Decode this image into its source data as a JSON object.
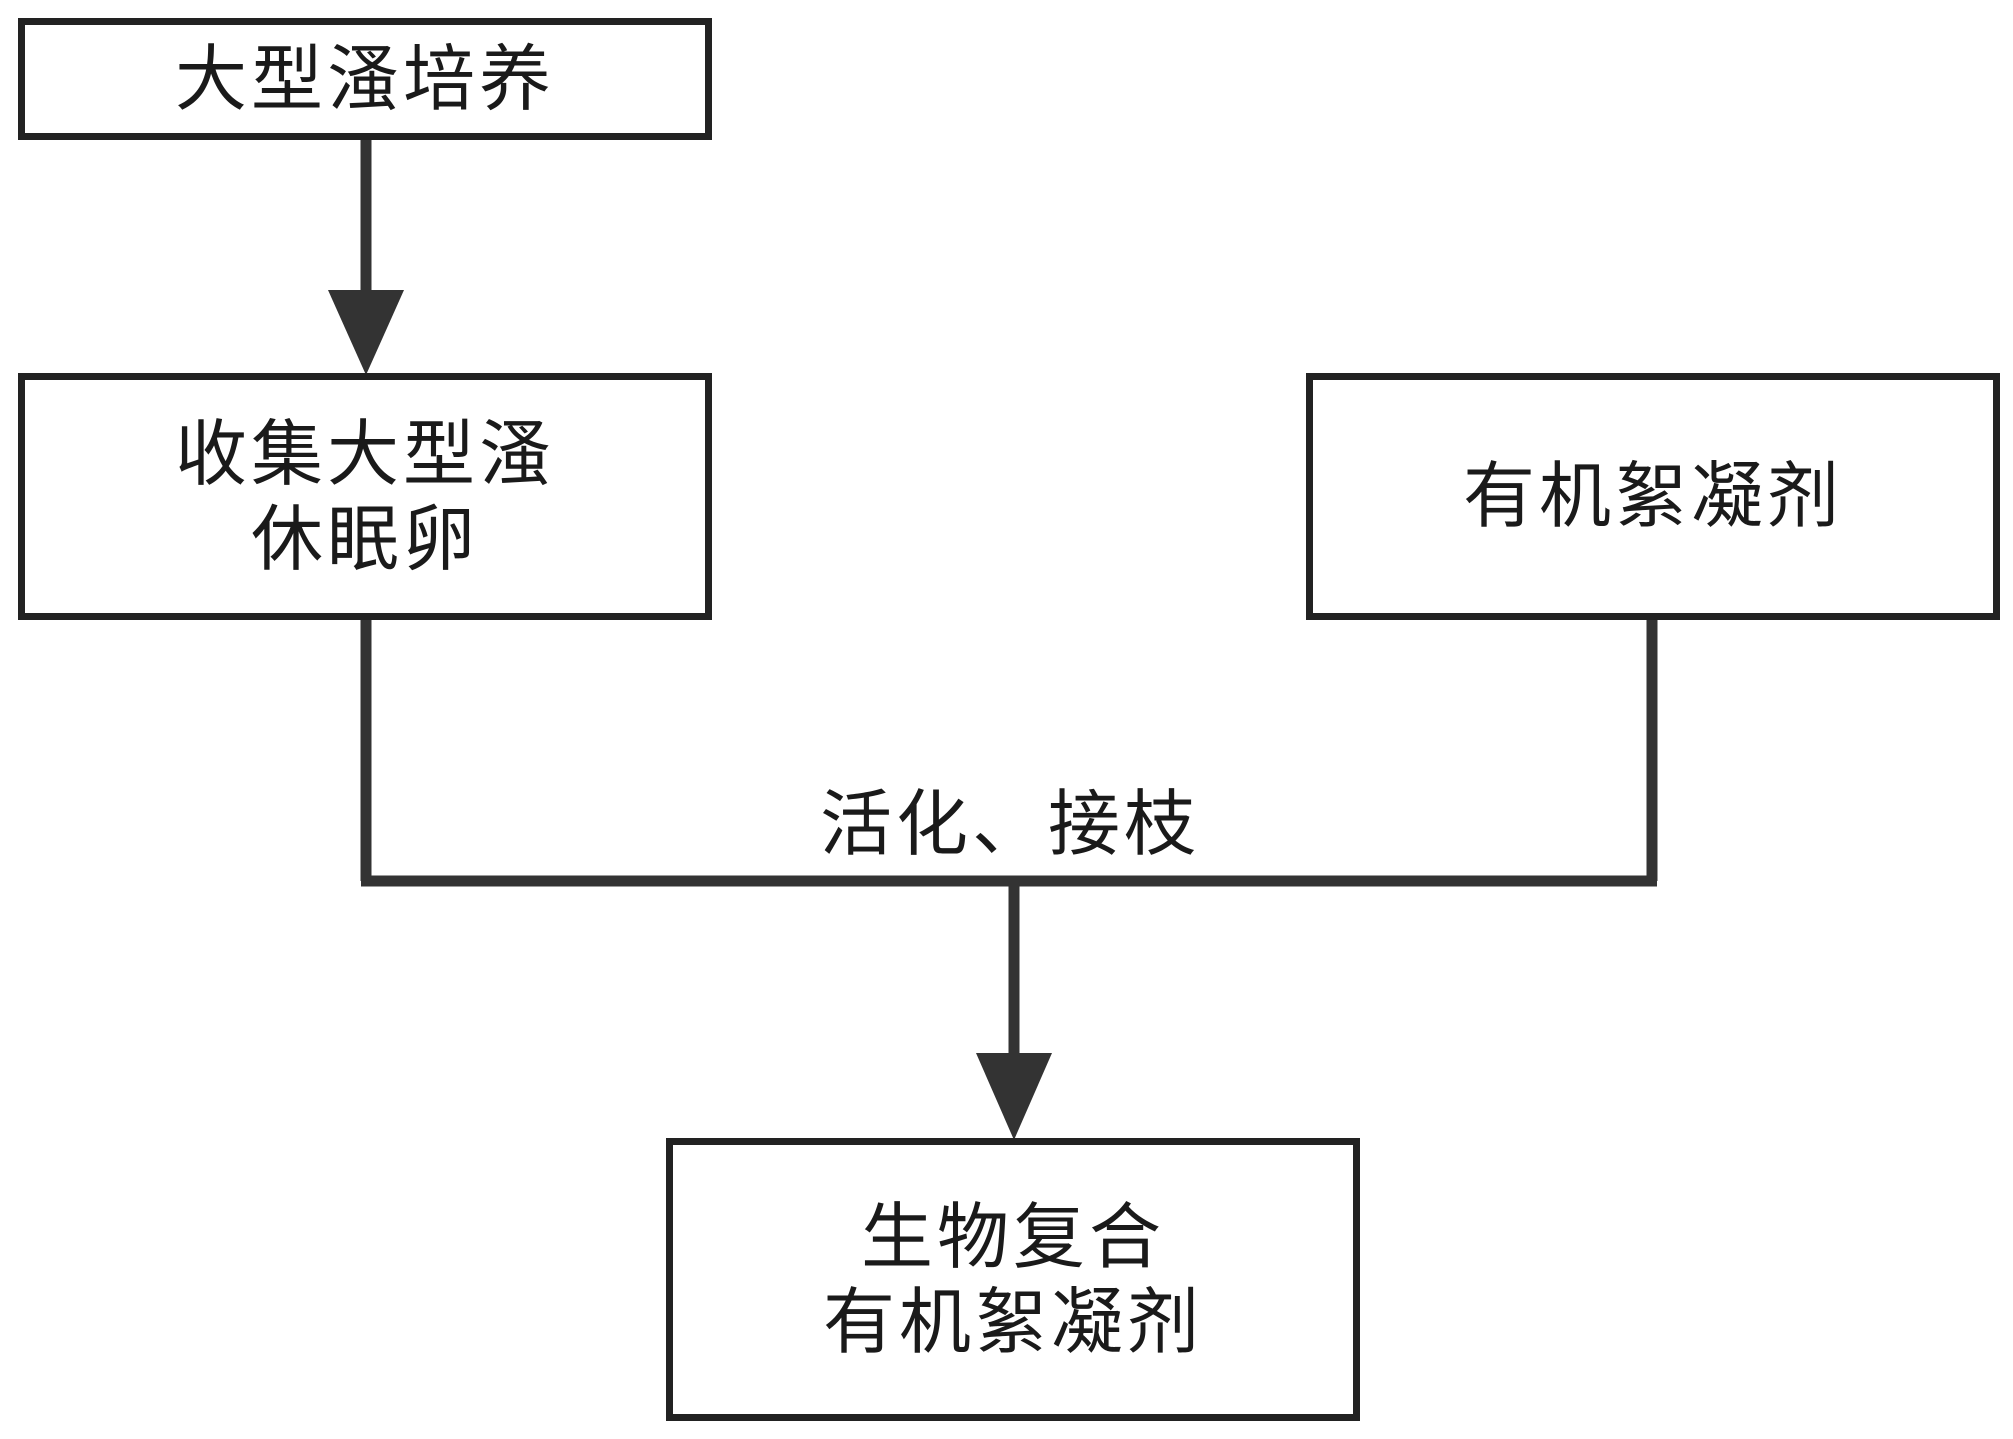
{
  "nodes": {
    "culture": {
      "lines": [
        "大型溞培养"
      ]
    },
    "collect": {
      "lines": [
        "收集大型溞",
        "休眠卵"
      ]
    },
    "flocculant": {
      "lines": [
        "有机絮凝剂"
      ]
    },
    "product": {
      "lines": [
        "生物复合",
        "有机絮凝剂"
      ]
    }
  },
  "edges": {
    "merge_label": "活化、接枝"
  },
  "colors": {
    "line": "#333333",
    "border": "#222222"
  }
}
